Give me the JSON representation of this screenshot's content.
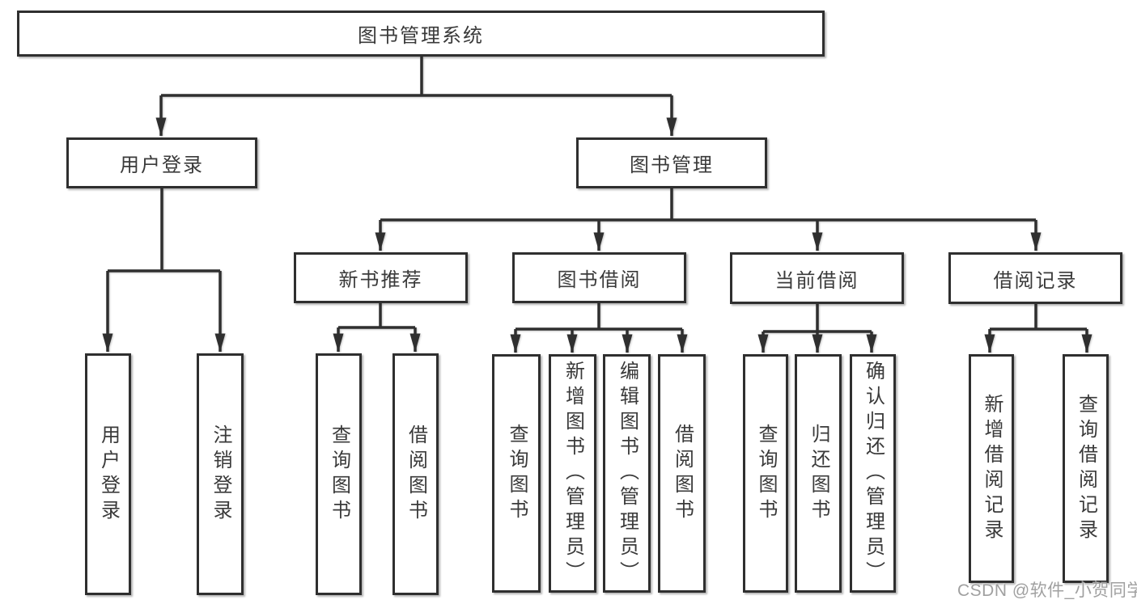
{
  "nodes": {
    "root": "图书管理系统",
    "user_login": "用户登录",
    "book_management": "图书管理",
    "new_book_recommend": "新书推荐",
    "book_borrow": "图书借阅",
    "current_borrow": "当前借阅",
    "borrow_records": "借阅记录",
    "leaf_user_login": "用户登录",
    "leaf_logout": "注销登录",
    "leaf_query_book_a": "查询图书",
    "leaf_borrow_book_a": "借阅图书",
    "leaf_query_book_b": "查询图书",
    "leaf_add_book_admin": "新增图书（管理员）",
    "leaf_edit_book_admin": "编辑图书（管理员）",
    "leaf_borrow_book_b": "借阅图书",
    "leaf_query_book_c": "查询图书",
    "leaf_return_book": "归还图书",
    "leaf_confirm_return_admin": "确认归还（管理员）",
    "leaf_add_borrow_record": "新增借阅记录",
    "leaf_query_borrow_record": "查询借阅记录"
  },
  "watermark": "CSDN @软件_小贺同学",
  "colors": {
    "line": "#2f2f2f",
    "text": "#3a3a3a",
    "background": "#ffffff",
    "watermark": "#a0a0a0"
  }
}
